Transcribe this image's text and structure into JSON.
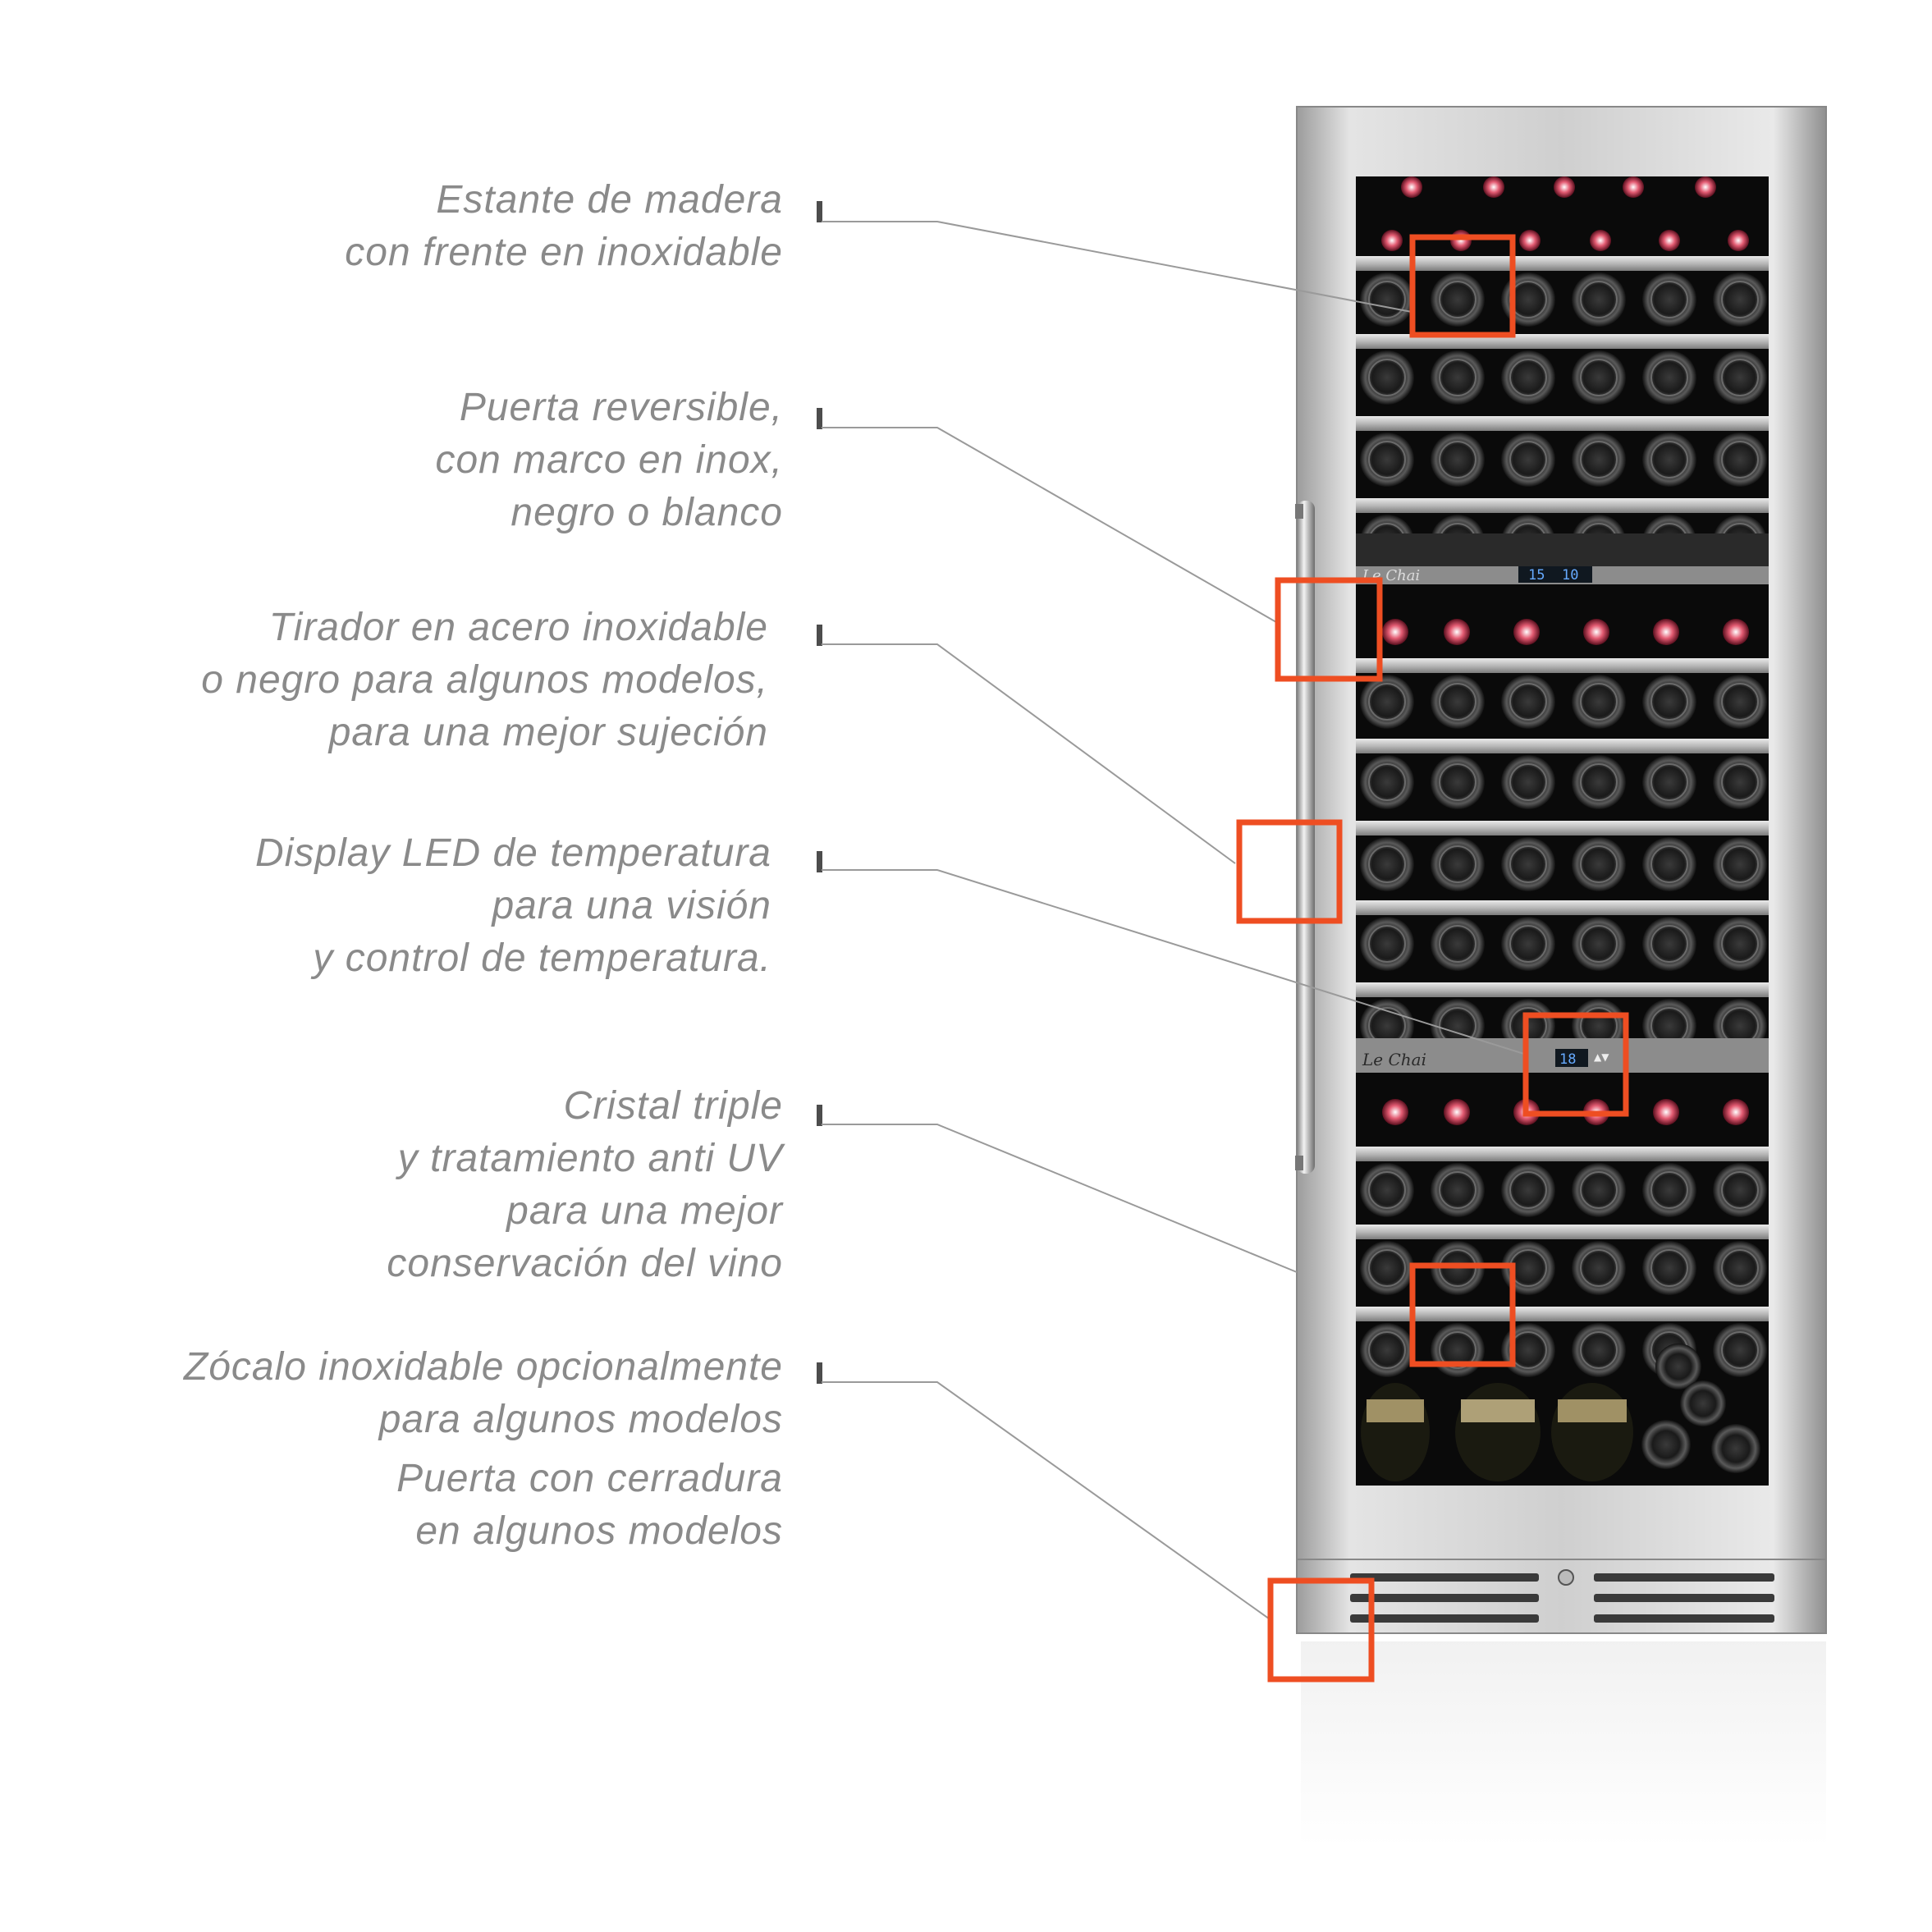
{
  "callouts": [
    {
      "text": "Estante de madera\ncon frente en inoxidable"
    },
    {
      "text": "Puerta reversible,\ncon marco en inox,\nnegro o blanco"
    },
    {
      "text": "Tirador en acero inoxidable\no negro para algunos modelos,\npara una mejor sujeción"
    },
    {
      "text": "Display LED de temperatura\npara una visión\ny control de temperatura."
    },
    {
      "text": "Cristal triple\ny tratamiento anti UV\npara una mejor\nconservación del vino"
    },
    {
      "text": "Zócalo inoxidable opcionalmente\npara algunos modelos"
    },
    {
      "text": "Puerta con cerradura\nen algunos modelos"
    }
  ],
  "display": {
    "upper_left": "15",
    "upper_right": "10",
    "lower": "18"
  },
  "colors": {
    "callout_box": "#ee4e22",
    "label_text": "#8a8a8a",
    "leader_line": "#9a9a9a",
    "steel": "#c9c9c9",
    "interior": "#0a0a0a"
  }
}
